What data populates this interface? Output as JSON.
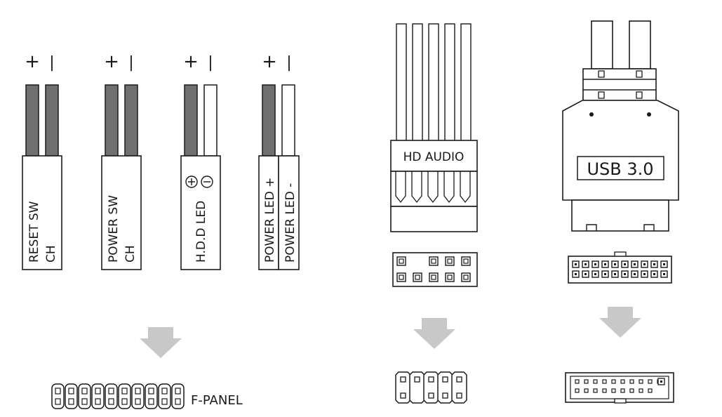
{
  "connectors": {
    "reset": {
      "plus": "+",
      "minus": "|",
      "line1": "RESET SW",
      "line2": "CH"
    },
    "power": {
      "plus": "+",
      "minus": "|",
      "line1": "POWER SW",
      "line2": "CH"
    },
    "hdd": {
      "plus": "+",
      "minus": "|",
      "label": "H.D.D LED"
    },
    "power_led": {
      "plus": "+",
      "minus": "|",
      "label_plus": "POWER LED +",
      "label_minus": "POWER LED -"
    },
    "hd_audio": {
      "label": "HD AUDIO"
    },
    "usb3": {
      "label": "USB 3.0"
    }
  },
  "headers": {
    "fpanel": {
      "label": "F-PANEL"
    }
  },
  "colors": {
    "ink": "#1a1a1a",
    "wire_gray": "#707070",
    "arrow_gray": "#c8c8c8"
  }
}
